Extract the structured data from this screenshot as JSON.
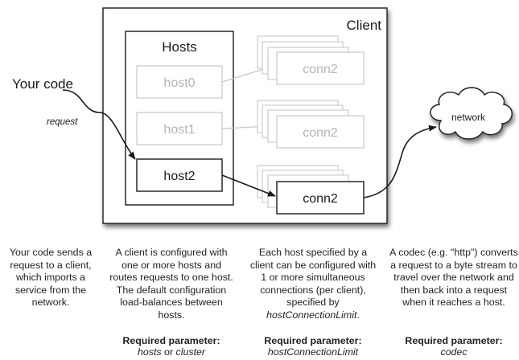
{
  "diagram": {
    "client_label": "Client",
    "hosts_label": "Hosts",
    "hosts": [
      "host0",
      "host1",
      "host2"
    ],
    "conn_label": "conn2",
    "your_code_label": "Your code",
    "request_label": "request",
    "network_label": "network"
  },
  "descriptions": [
    {
      "text": "Your code sends a request to a client, which imports a service from the network."
    },
    {
      "text": "A client is configured with one or more hosts and routes requests to one host. The default configuration load-balances between hosts.",
      "required_heading": "Required parameter:",
      "required_a": "hosts",
      "required_join": "or",
      "required_b": "cluster"
    },
    {
      "text_before": "Each host specified by a client can be configured with 1 or more simultaneous connections (per client), specified by",
      "text_italic": "hostConnectionLimit",
      "text_after": ".",
      "required_heading": "Required parameter:",
      "required_value": "hostConnectionLimit"
    },
    {
      "text": "A codec (e.g. \"http\") converts a request to a byte stream to travel over the network and then back into a request when it reaches a host.",
      "required_heading": "Required parameter:",
      "required_value": "codec"
    }
  ],
  "colors": {
    "active_stroke": "#1a1a1a",
    "faded_stroke": "#c8c8c8",
    "faded_text": "#b4b4b4",
    "shadow": "#9a9a9a"
  }
}
